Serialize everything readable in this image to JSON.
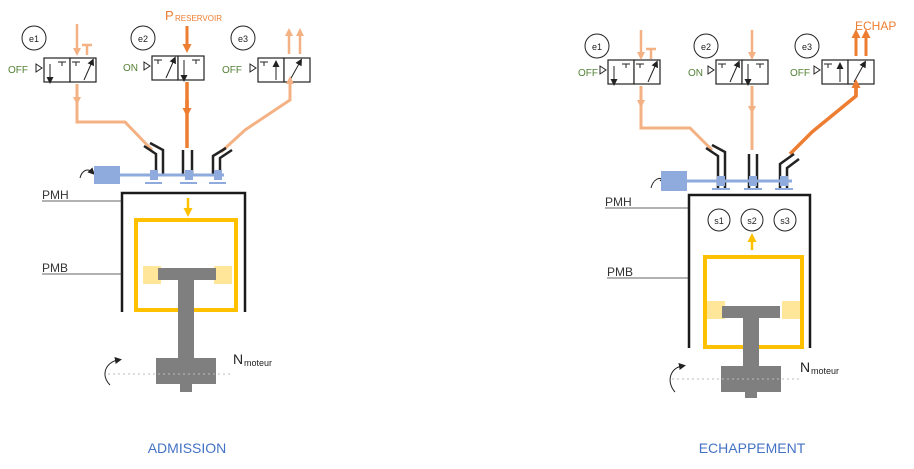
{
  "panels": [
    {
      "title": "ADMISSION",
      "valves": [
        {
          "label": "e1",
          "state": "OFF"
        },
        {
          "label": "e2",
          "state": "ON"
        },
        {
          "label": "e3",
          "state": "OFF"
        }
      ],
      "supply_label": "P",
      "supply_sub": "RESERVOIR",
      "pmh": "PMH",
      "pmb": "PMB",
      "motor_label": "N",
      "motor_sub": "moteur"
    },
    {
      "title": "ECHAPPEMENT",
      "valves": [
        {
          "label": "e1",
          "state": "OFF"
        },
        {
          "label": "e2",
          "state": "ON"
        },
        {
          "label": "e3",
          "state": "OFF"
        }
      ],
      "exhaust_label": "ECHAP",
      "sensors": [
        "s1",
        "s2",
        "s3"
      ],
      "pmh": "PMH",
      "pmb": "PMB",
      "motor_label": "N",
      "motor_sub": "moteur"
    }
  ],
  "colors": {
    "title": "#4472c4",
    "state": "#538135",
    "flow_light": "#f4b183",
    "flow_strong": "#ed7d31",
    "piston": "#ffc000",
    "piston_pad": "#ffe699",
    "rod": "#7f7f7f",
    "actuator": "#8faadc",
    "cylinder": "#1a1a1a"
  }
}
